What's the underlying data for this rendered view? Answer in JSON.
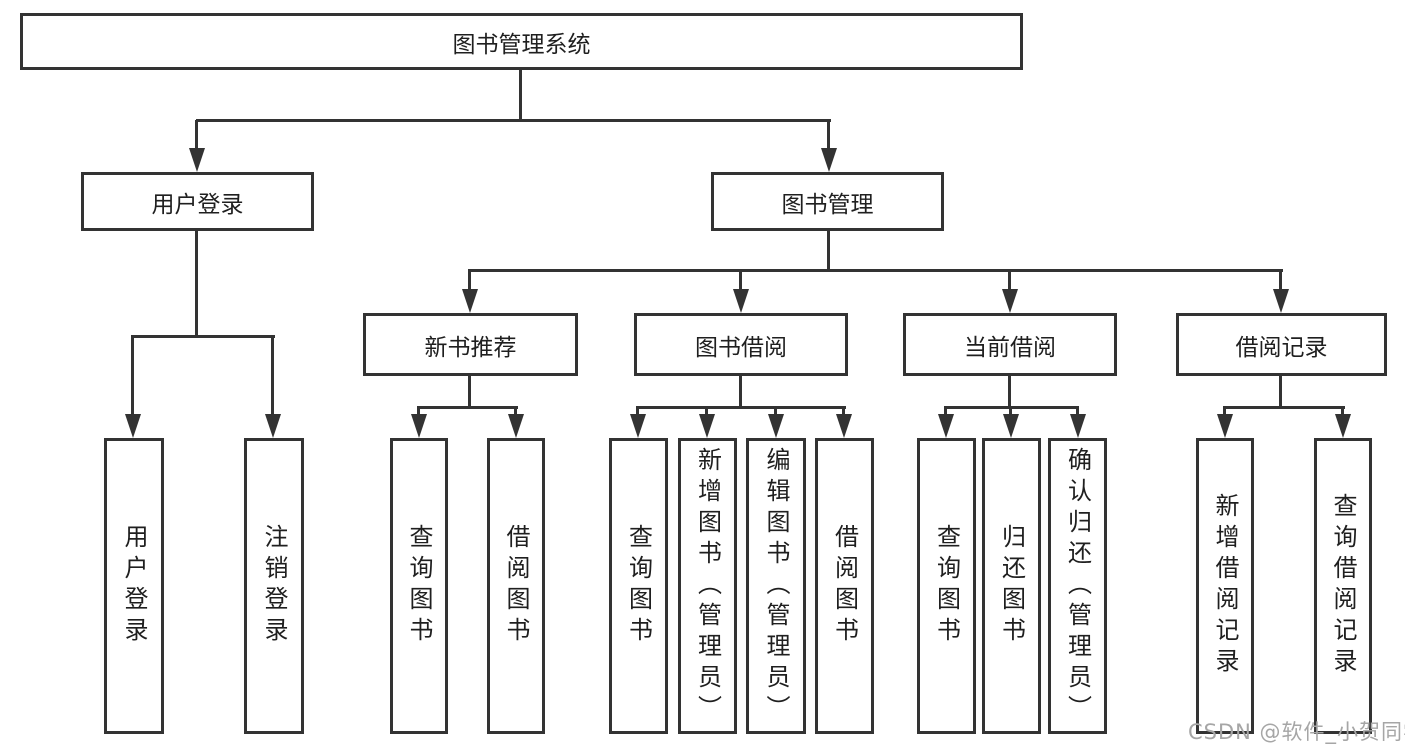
{
  "diagram": {
    "root": {
      "label": "图书管理系统"
    },
    "branches": [
      {
        "label": "用户登录",
        "children": [
          {
            "label": "用户登录"
          },
          {
            "label": "注销登录"
          }
        ]
      },
      {
        "label": "图书管理",
        "children": [
          {
            "label": "新书推荐",
            "children": [
              {
                "label": "查询图书"
              },
              {
                "label": "借阅图书"
              }
            ]
          },
          {
            "label": "图书借阅",
            "children": [
              {
                "label": "查询图书"
              },
              {
                "label": "新增图书（管理员）"
              },
              {
                "label": "编辑图书（管理员）"
              },
              {
                "label": "借阅图书"
              }
            ]
          },
          {
            "label": "当前借阅",
            "children": [
              {
                "label": "查询图书"
              },
              {
                "label": "归还图书"
              },
              {
                "label": "确认归还（管理员）"
              }
            ]
          },
          {
            "label": "借阅记录",
            "children": [
              {
                "label": "新增借阅记录"
              },
              {
                "label": "查询借阅记录"
              }
            ]
          }
        ]
      }
    ]
  },
  "watermark": {
    "text": "CSDN @软件_小贺同学"
  },
  "colors": {
    "line": "#333333",
    "text": "#1f1f1f",
    "box_bg": "#ffffff",
    "watermark": "#a6a6a6"
  }
}
